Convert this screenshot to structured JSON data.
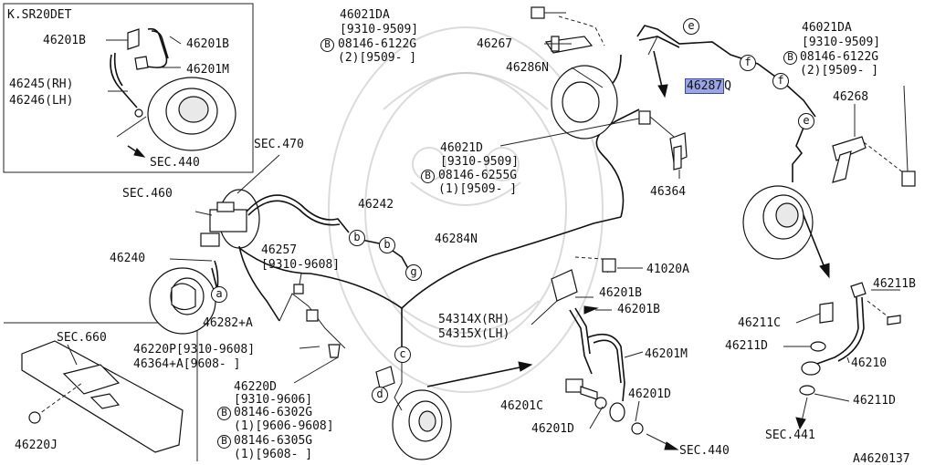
{
  "diagram": {
    "inset_engine": "K.SR20DET",
    "sec": {
      "s440_inset": "SEC.440",
      "s470": "SEC.470",
      "s460": "SEC.460",
      "s660": "SEC.660",
      "s440_bottom": "SEC.440",
      "s441": "SEC.441"
    },
    "inset_parts": {
      "p46201B_a": "46201B",
      "p46201B_b": "46201B",
      "p46201M": "46201M",
      "p46245": "46245(RH)",
      "p46246": "46246(LH)"
    },
    "top_left_group": {
      "p46021DA": "46021DA",
      "range1": "[9310-9509]",
      "bolt": "08146-6122G",
      "qty": "(2)[9509-     ]",
      "p46267": "46267",
      "p46286N": "46286N"
    },
    "top_right_group": {
      "p46021DA": "46021DA",
      "range1": "[9310-9509]",
      "bolt": "08146-6122G",
      "qty": "(2)[9509-     ]",
      "p46268": "46268"
    },
    "highlight_part": "46287",
    "highlight_suffix": "Q",
    "mid_group": {
      "p46021D": "46021D",
      "range1": "[9310-9509]",
      "bolt": "08146-6255G",
      "qty": "(1)[9509-     ]",
      "p46364": "46364"
    },
    "left_parts": {
      "p46242": "46242",
      "p46240": "46240",
      "p46257": "46257",
      "p46257_range": "[9310-9608]",
      "p46284N": "46284N",
      "p46282A": "46282+A",
      "p46220P": "46220P[9310-9608]",
      "p46364A": "46364+A[9608-     ]",
      "p46220D": "46220D",
      "p46220D_range": "[9310-9606]",
      "bolt1": "08146-6302G",
      "bolt1_qty": "(1)[9606-9608]",
      "bolt2": "08146-6305G",
      "bolt2_qty": "(1)[9608-     ]",
      "p46220J": "46220J"
    },
    "center_parts": {
      "p41020A": "41020A",
      "p46201B_1": "46201B",
      "p46201B_2": "46201B",
      "p54314X": "54314X(RH)",
      "p54315X": "54315X(LH)",
      "p46201M": "46201M",
      "p46201C": "46201C",
      "p46201D_1": "46201D",
      "p46201D_2": "46201D"
    },
    "right_parts": {
      "p46211B": "46211B",
      "p46211C": "46211C",
      "p46211D_1": "46211D",
      "p46210": "46210",
      "p46211D_2": "46211D"
    },
    "circles": {
      "a": "a",
      "b": "b",
      "c": "c",
      "d": "d",
      "e": "e",
      "f": "f",
      "g": "g",
      "bolt_mark": "B"
    },
    "drawing_id": "A4620137"
  }
}
